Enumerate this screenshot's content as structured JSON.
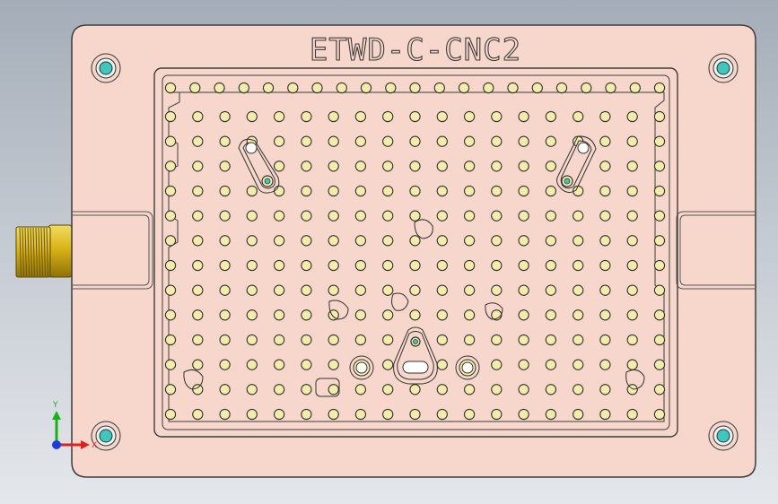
{
  "viewport": {
    "background_top": "#a4adb8",
    "background_bottom": "#e4e7eb"
  },
  "part": {
    "label": "ETWD-C-CNC2",
    "plate_color": "#f7d7cb",
    "edge_color": "#3c3c3c",
    "hole_fill": "#f3ecab",
    "hole_stroke": "#333333",
    "mount_hole_color": "#3fc7bf",
    "connector_color": "#d8b417",
    "hole_grid": {
      "columns": 19,
      "rows": 13
    },
    "mount_holes": 4,
    "slots": 2
  },
  "triad": {
    "y_label": "Y",
    "x_label": "X",
    "x_color": "#e02020",
    "y_color": "#16b316",
    "z_color": "#1e3cdc"
  }
}
